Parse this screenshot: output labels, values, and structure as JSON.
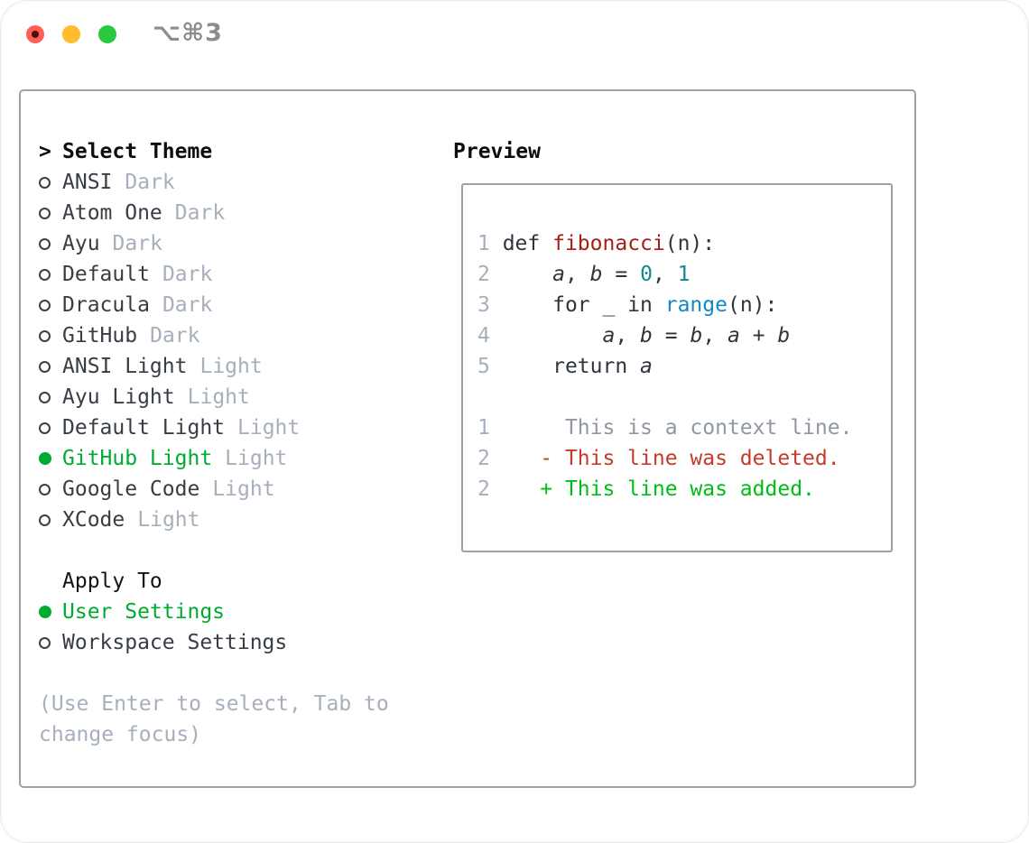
{
  "window": {
    "title": "⌥⌘3",
    "traffic_lights": [
      {
        "name": "close",
        "color": "#ff5f57"
      },
      {
        "name": "minimize",
        "color": "#febc2e"
      },
      {
        "name": "zoom",
        "color": "#28c840"
      }
    ]
  },
  "theme_panel": {
    "header": {
      "prompt": ">",
      "label": "Select Theme"
    },
    "themes": [
      {
        "name": "ANSI",
        "variant": "Dark",
        "selected": false
      },
      {
        "name": "Atom One",
        "variant": "Dark",
        "selected": false
      },
      {
        "name": "Ayu",
        "variant": "Dark",
        "selected": false
      },
      {
        "name": "Default",
        "variant": "Dark",
        "selected": false
      },
      {
        "name": "Dracula",
        "variant": "Dark",
        "selected": false
      },
      {
        "name": "GitHub",
        "variant": "Dark",
        "selected": false
      },
      {
        "name": "ANSI Light",
        "variant": "Light",
        "selected": false
      },
      {
        "name": "Ayu Light",
        "variant": "Light",
        "selected": false
      },
      {
        "name": "Default Light",
        "variant": "Light",
        "selected": false
      },
      {
        "name": "GitHub Light",
        "variant": "Light",
        "selected": true
      },
      {
        "name": "Google Code",
        "variant": "Light",
        "selected": false
      },
      {
        "name": "XCode",
        "variant": "Light",
        "selected": false
      }
    ],
    "apply_to": {
      "label": "Apply To",
      "options": [
        {
          "name": "User Settings",
          "selected": true
        },
        {
          "name": "Workspace Settings",
          "selected": false
        }
      ]
    },
    "help_lines": [
      "(Use Enter to select, Tab to",
      "change focus)"
    ]
  },
  "preview": {
    "label": "Preview",
    "lines": [
      {
        "kind": "code",
        "num": "1",
        "tokens": [
          {
            "t": " def ",
            "c": "p"
          },
          {
            "t": "fibonacci",
            "c": "fn"
          },
          {
            "t": "(n):",
            "c": "p"
          }
        ]
      },
      {
        "kind": "code",
        "num": "2",
        "tokens": [
          {
            "t": "     ",
            "c": "p"
          },
          {
            "t": "a",
            "c": "v"
          },
          {
            "t": ", ",
            "c": "p"
          },
          {
            "t": "b",
            "c": "v"
          },
          {
            "t": " = ",
            "c": "p"
          },
          {
            "t": "0",
            "c": "num"
          },
          {
            "t": ", ",
            "c": "p"
          },
          {
            "t": "1",
            "c": "num"
          }
        ]
      },
      {
        "kind": "code",
        "num": "3",
        "tokens": [
          {
            "t": "     for _ in ",
            "c": "p"
          },
          {
            "t": "range",
            "c": "bi"
          },
          {
            "t": "(n):",
            "c": "p"
          }
        ]
      },
      {
        "kind": "code",
        "num": "4",
        "tokens": [
          {
            "t": "         ",
            "c": "p"
          },
          {
            "t": "a",
            "c": "v"
          },
          {
            "t": ", ",
            "c": "p"
          },
          {
            "t": "b",
            "c": "v"
          },
          {
            "t": " = ",
            "c": "p"
          },
          {
            "t": "b",
            "c": "v"
          },
          {
            "t": ", ",
            "c": "p"
          },
          {
            "t": "a",
            "c": "v"
          },
          {
            "t": " + ",
            "c": "p"
          },
          {
            "t": "b",
            "c": "v"
          }
        ]
      },
      {
        "kind": "code",
        "num": "5",
        "tokens": [
          {
            "t": "     return ",
            "c": "p"
          },
          {
            "t": "a",
            "c": "v"
          }
        ]
      },
      {
        "kind": "blank",
        "num": "",
        "tokens": []
      },
      {
        "kind": "diff-context",
        "num": "1",
        "tokens": [
          {
            "t": "      This is a context line.",
            "c": "ctx"
          }
        ]
      },
      {
        "kind": "diff-deleted",
        "num": "2",
        "tokens": [
          {
            "t": "    - This line was deleted.",
            "c": "del"
          }
        ]
      },
      {
        "kind": "diff-added",
        "num": "2",
        "tokens": [
          {
            "t": "    + This line was added.",
            "c": "add"
          }
        ]
      }
    ]
  },
  "colors": {
    "selection_green": "#00ab32",
    "added_green": "#00bd16",
    "deleted_red": "#c43a2b",
    "function_red": "#a31f15",
    "number_teal": "#0d8b93",
    "builtin_blue": "#1289c4",
    "muted_gray": "#a6afbc",
    "border_gray": "#9aa2ae",
    "traffic_red": "#ff5f57",
    "traffic_yellow": "#febc2e",
    "traffic_green": "#28c840"
  }
}
